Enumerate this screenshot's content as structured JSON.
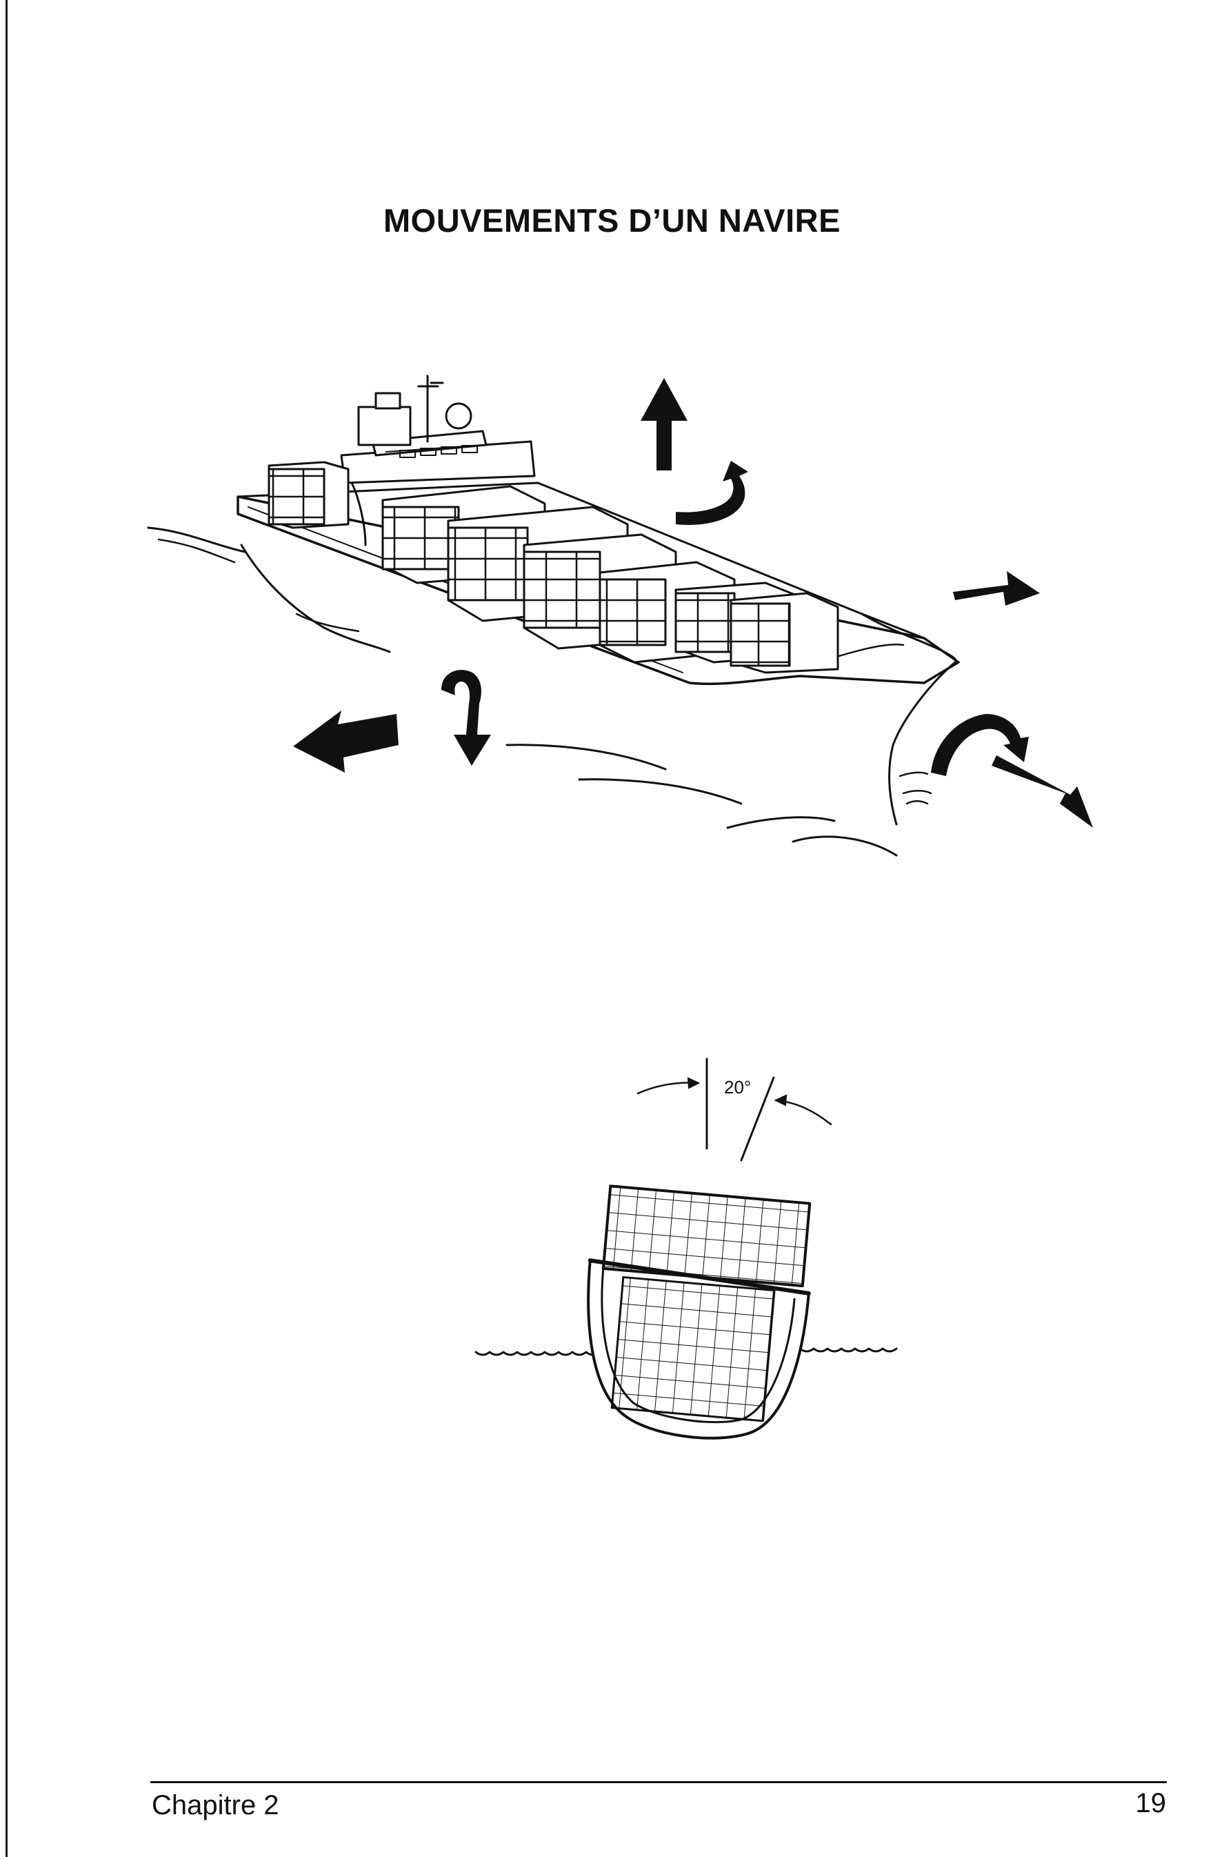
{
  "page": {
    "title": "MOUVEMENTS D’UN NAVIRE",
    "angle_label": "20°",
    "footer": {
      "chapter": "Chapitre 2",
      "page_number": "19"
    }
  },
  "icons": [
    "container-ship-illustration",
    "ship-cross-section-illustration",
    "arrow-icon",
    "curved-arrow-icon"
  ],
  "colors": {
    "ink": "#111111",
    "paper": "#ffffff"
  }
}
